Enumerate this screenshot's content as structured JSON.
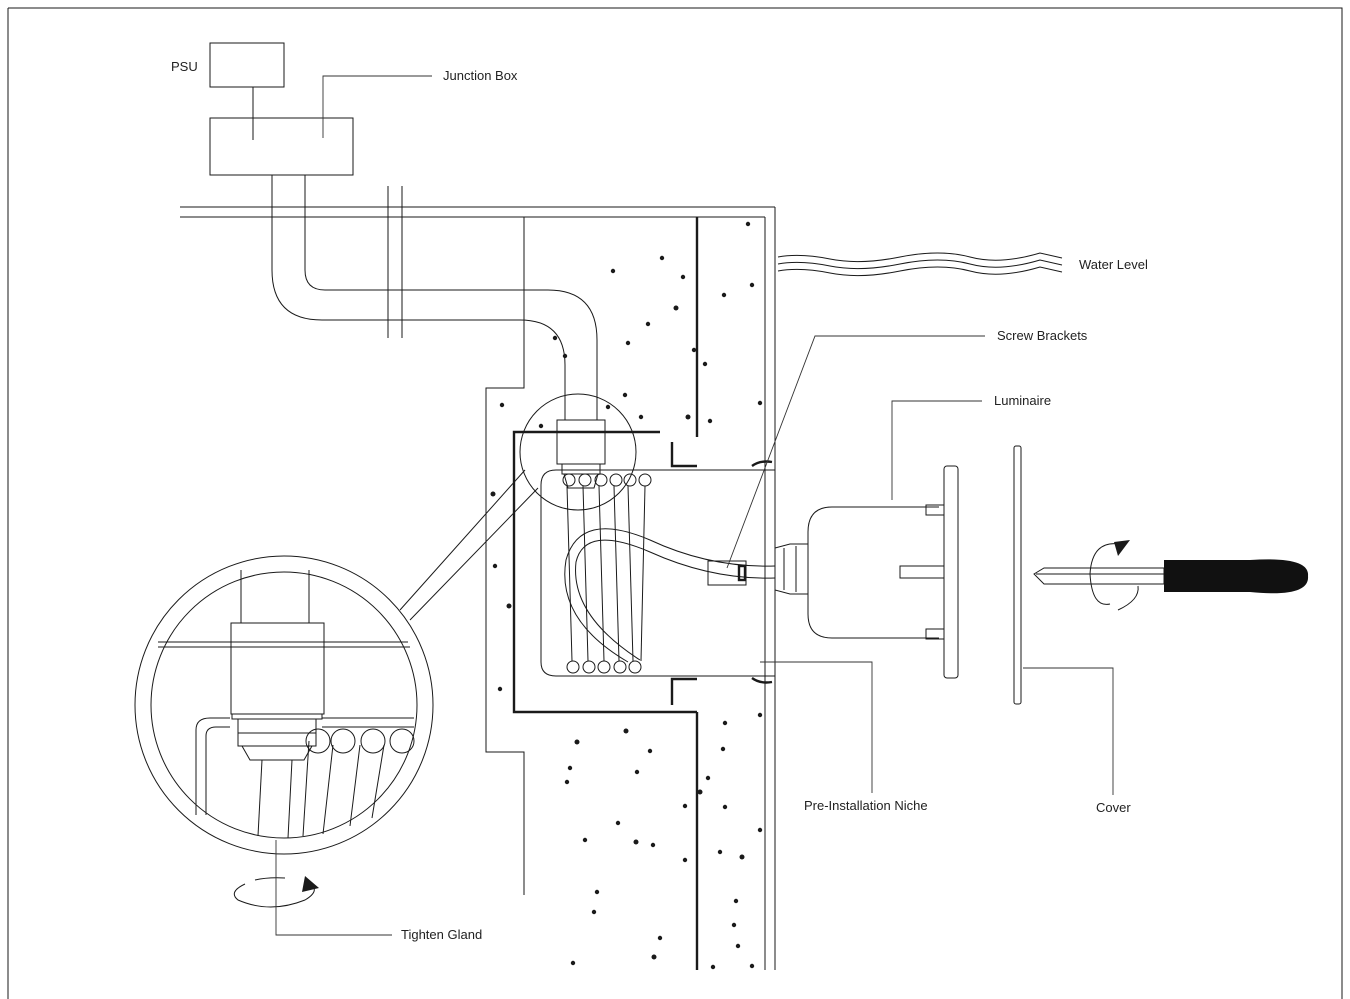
{
  "labels": {
    "psu": "PSU",
    "junction_box": "Junction Box",
    "water_level": "Water Level",
    "screw_brackets": "Screw Brackets",
    "luminaire": "Luminaire",
    "pre_installation_niche": "Pre-Installation Niche",
    "cover": "Cover",
    "tighten_gland": "Tighten Gland"
  },
  "colors": {
    "line": "#1a1a1a",
    "screwdriver_handle": "#111111",
    "background": "#ffffff"
  }
}
